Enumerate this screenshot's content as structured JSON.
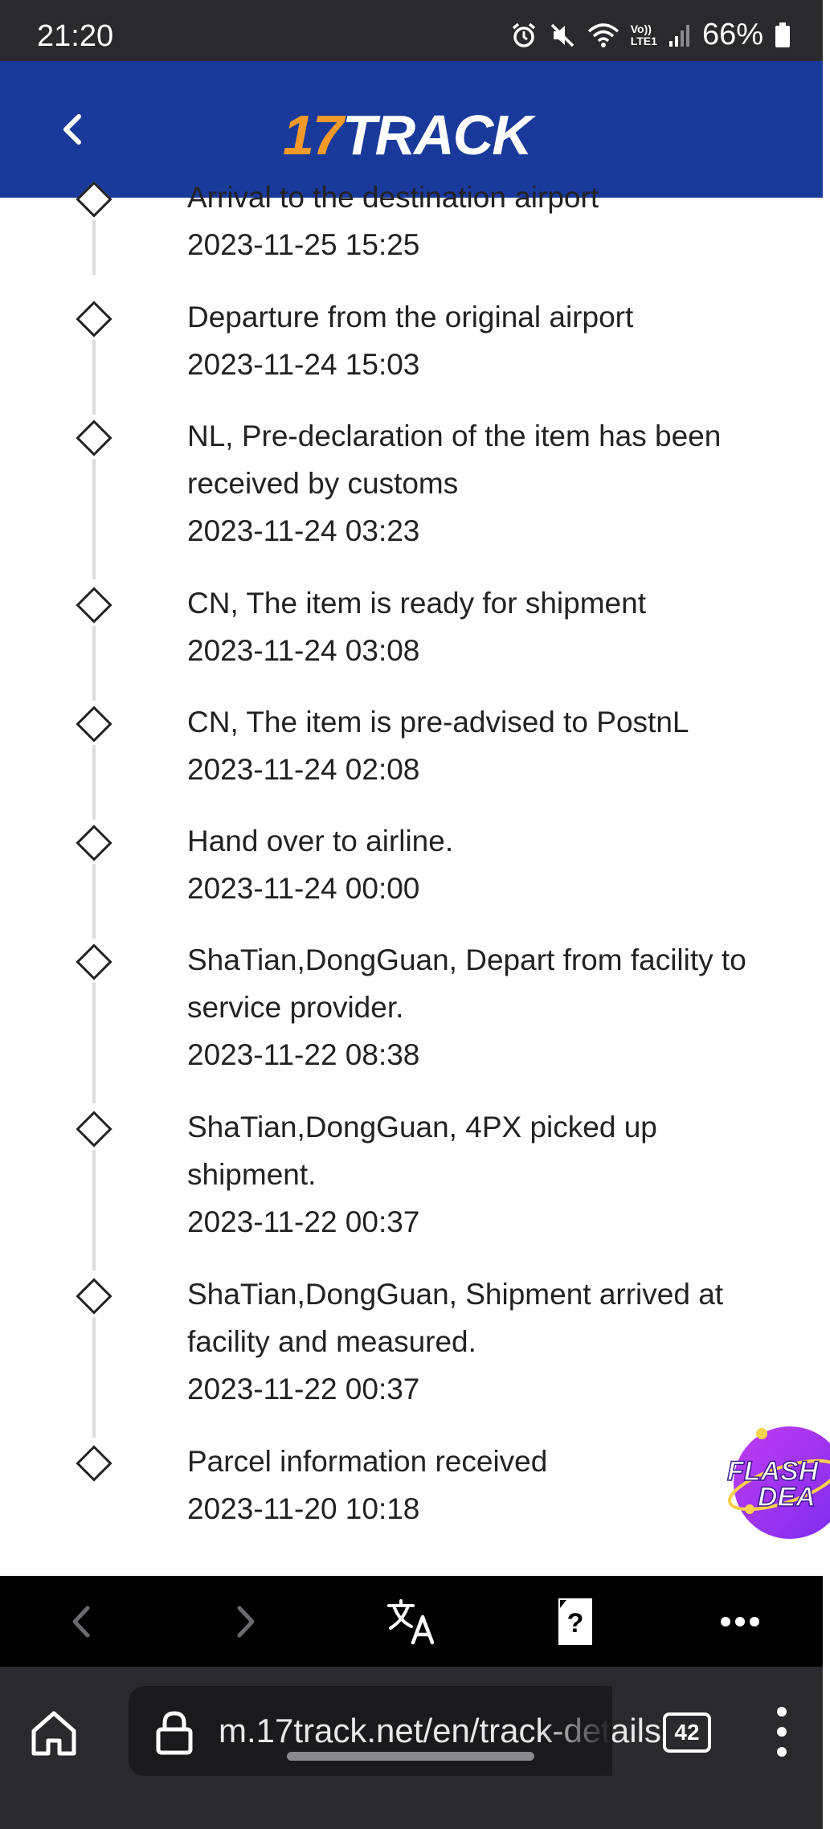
{
  "status_bar": {
    "time": "21:20",
    "battery": "66%",
    "icons": [
      "alarm-icon",
      "mute-icon",
      "wifi-icon",
      "volte-icon",
      "signal-icon",
      "battery-icon"
    ],
    "volte_line1": "Vo))",
    "volte_line2": "LTE1"
  },
  "header": {
    "logo_number": "17",
    "logo_word": "TRACK",
    "bg_color": "#1a3a9b",
    "accent_color": "#f39a2b"
  },
  "events": [
    {
      "description": "Arrival to the destination airport",
      "time": "2023-11-25 15:25"
    },
    {
      "description": "Departure from the original airport",
      "time": "2023-11-24 15:03"
    },
    {
      "description": "NL, Pre-declaration of the item has been received by customs",
      "time": "2023-11-24 03:23"
    },
    {
      "description": "CN, The item is ready for shipment",
      "time": "2023-11-24 03:08"
    },
    {
      "description": "CN, The item is pre-advised to PostnL",
      "time": "2023-11-24 02:08"
    },
    {
      "description": "Hand over to airline.",
      "time": "2023-11-24 00:00"
    },
    {
      "description": "ShaTian,DongGuan, Depart from facility to service provider.",
      "time": "2023-11-22 08:38"
    },
    {
      "description": "ShaTian,DongGuan, 4PX picked up shipment.",
      "time": "2023-11-22 00:37"
    },
    {
      "description": "ShaTian,DongGuan, Shipment arrived at facility and measured.",
      "time": "2023-11-22 00:37"
    },
    {
      "description": "Parcel information received",
      "time": "2023-11-20 10:18"
    }
  ],
  "flash_deal": {
    "line1": "FLASH",
    "line2": "DEA"
  },
  "browser_toolbar": {
    "items": [
      "back-arrow-icon",
      "forward-arrow-icon",
      "translate-icon",
      "help-card-icon",
      "more-dots-icon"
    ]
  },
  "address_bar": {
    "url": "m.17track.net/en/track-details",
    "tab_count": "42"
  }
}
